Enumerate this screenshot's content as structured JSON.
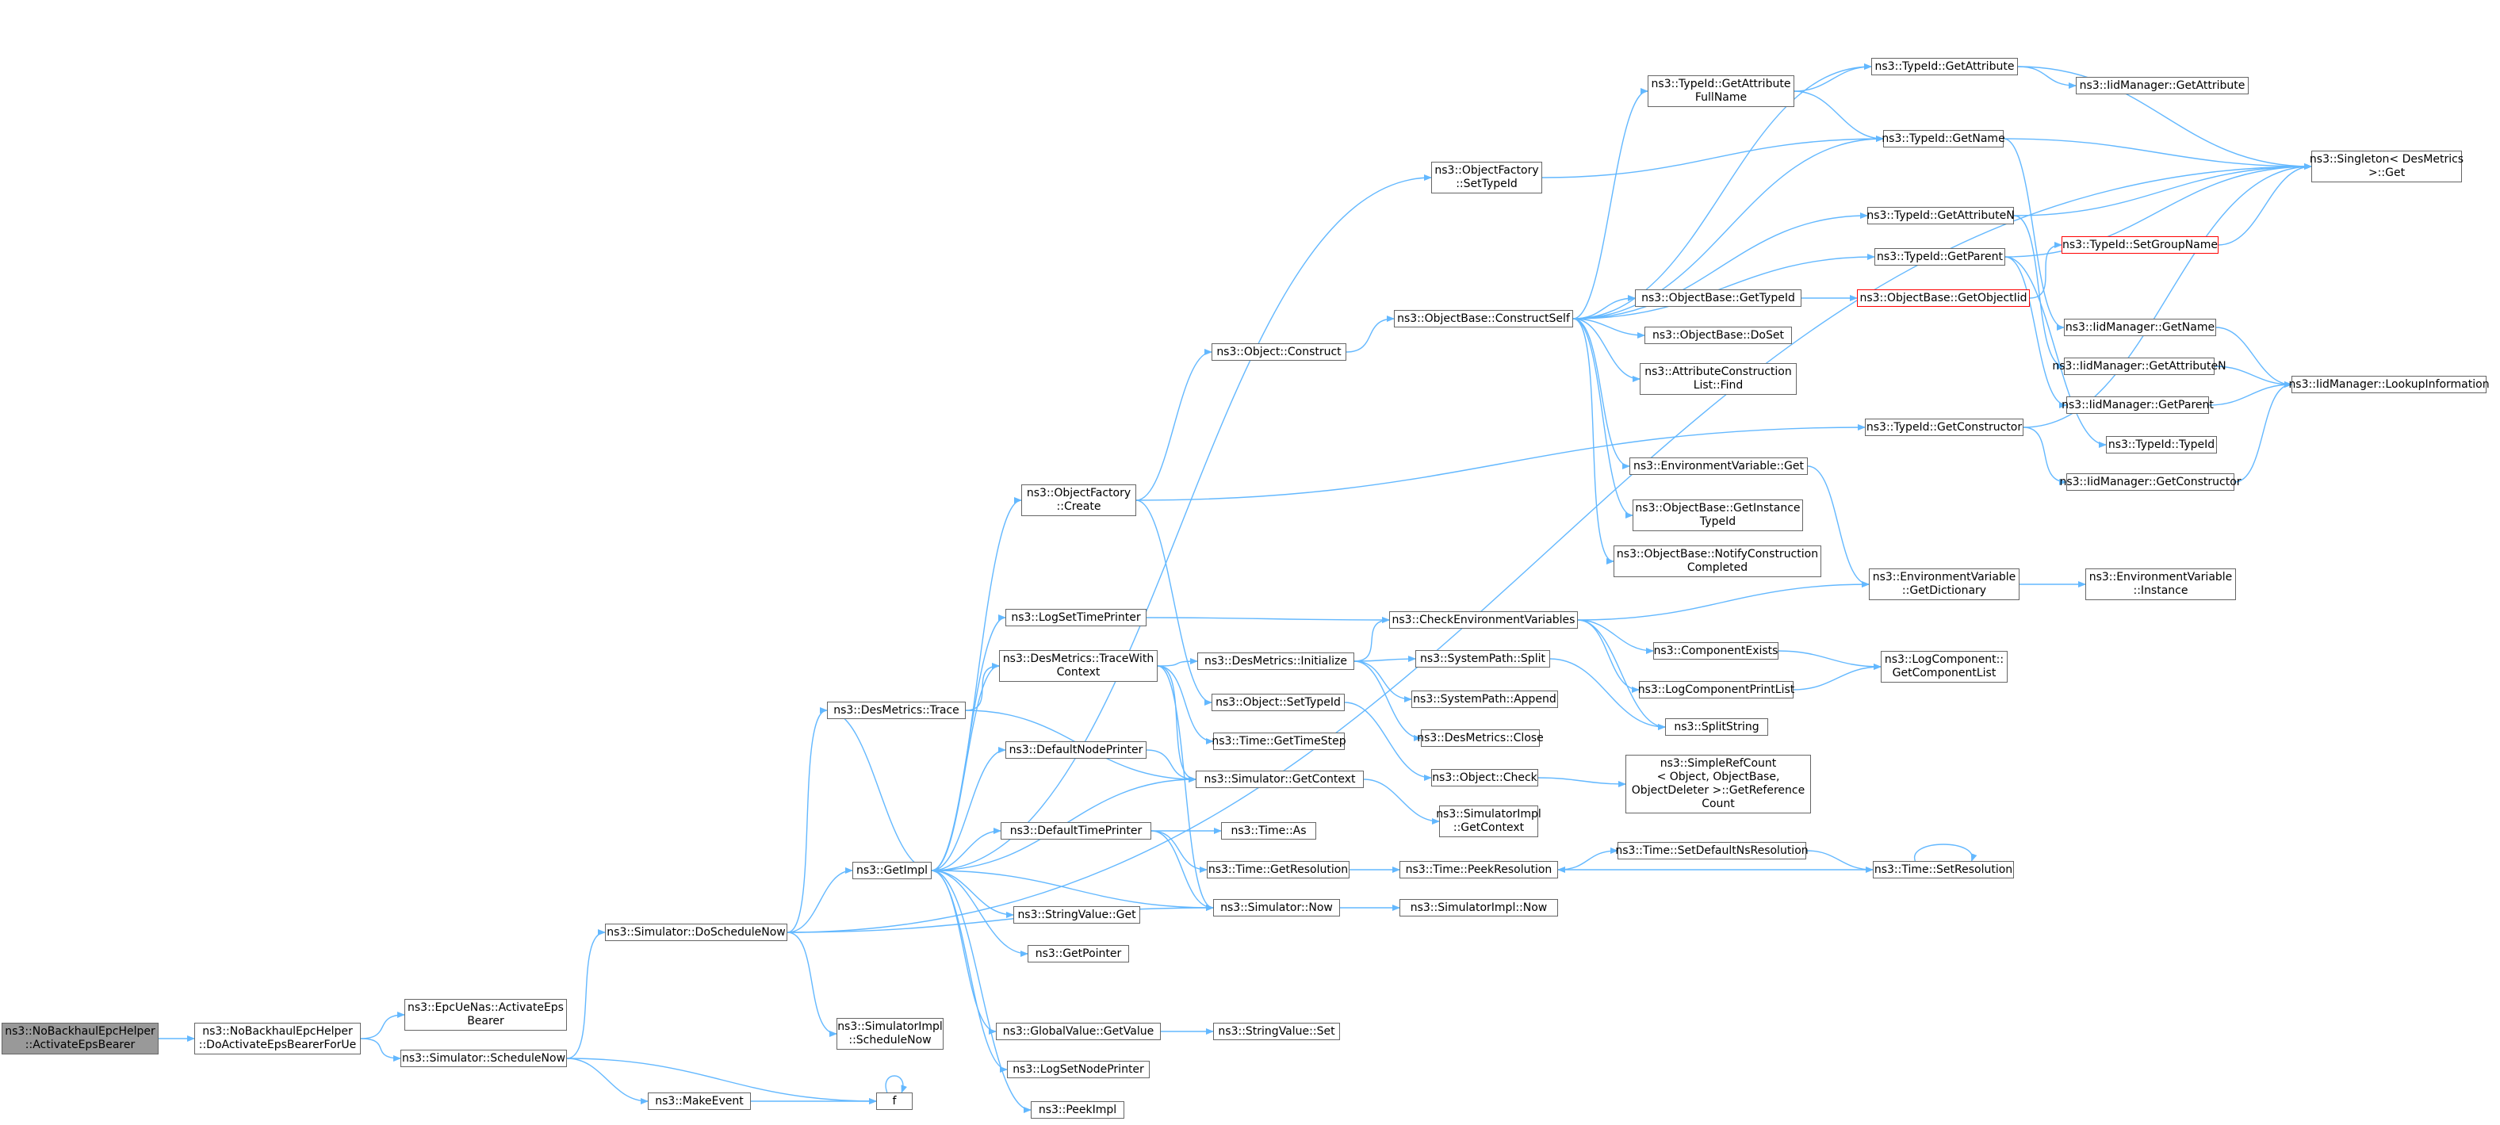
{
  "diagram": {
    "edge_color": "#63b8ff",
    "nodes": [
      {
        "id": "root",
        "lines": [
          "ns3::NoBackhaulEpcHelper",
          "::ActivateEpsBearer"
        ],
        "style": "root"
      },
      {
        "id": "doact",
        "lines": [
          "ns3::NoBackhaulEpcHelper",
          "::DoActivateEpsBearerForUe"
        ]
      },
      {
        "id": "epcue",
        "lines": [
          "ns3::EpcUeNas::ActivateEps",
          "Bearer"
        ]
      },
      {
        "id": "schednow",
        "lines": [
          "ns3::Simulator::ScheduleNow"
        ]
      },
      {
        "id": "makeevent",
        "lines": [
          "ns3::MakeEvent"
        ]
      },
      {
        "id": "f",
        "lines": [
          "f"
        ]
      },
      {
        "id": "doschednow",
        "lines": [
          "ns3::Simulator::DoScheduleNow"
        ]
      },
      {
        "id": "implsched",
        "lines": [
          "ns3::SimulatorImpl",
          "::ScheduleNow"
        ]
      },
      {
        "id": "trace",
        "lines": [
          "ns3::DesMetrics::Trace"
        ]
      },
      {
        "id": "getimpl",
        "lines": [
          "ns3::GetImpl"
        ]
      },
      {
        "id": "ofcreate",
        "lines": [
          "ns3::ObjectFactory",
          "::Create"
        ]
      },
      {
        "id": "logsettp",
        "lines": [
          "ns3::LogSetTimePrinter"
        ]
      },
      {
        "id": "tracewc",
        "lines": [
          "ns3::DesMetrics::TraceWith",
          "Context"
        ]
      },
      {
        "id": "defnodep",
        "lines": [
          "ns3::DefaultNodePrinter"
        ]
      },
      {
        "id": "deftimep",
        "lines": [
          "ns3::DefaultTimePrinter"
        ]
      },
      {
        "id": "svget",
        "lines": [
          "ns3::StringValue::Get"
        ]
      },
      {
        "id": "getptr",
        "lines": [
          "ns3::GetPointer"
        ]
      },
      {
        "id": "gvgetval",
        "lines": [
          "ns3::GlobalValue::GetValue"
        ]
      },
      {
        "id": "logsetnp",
        "lines": [
          "ns3::LogSetNodePrinter"
        ]
      },
      {
        "id": "peekimpl",
        "lines": [
          "ns3::PeekImpl"
        ]
      },
      {
        "id": "ofsettid",
        "lines": [
          "ns3::ObjectFactory",
          "::SetTypeId"
        ]
      },
      {
        "id": "objconstruct",
        "lines": [
          "ns3::Object::Construct"
        ]
      },
      {
        "id": "dminit",
        "lines": [
          "ns3::DesMetrics::Initialize"
        ]
      },
      {
        "id": "objsettid",
        "lines": [
          "ns3::Object::SetTypeId"
        ]
      },
      {
        "id": "gettimestep",
        "lines": [
          "ns3::Time::GetTimeStep"
        ]
      },
      {
        "id": "simgetctx",
        "lines": [
          "ns3::Simulator::GetContext"
        ]
      },
      {
        "id": "timeas",
        "lines": [
          "ns3::Time::As"
        ]
      },
      {
        "id": "timegetres",
        "lines": [
          "ns3::Time::GetResolution"
        ]
      },
      {
        "id": "simnow",
        "lines": [
          "ns3::Simulator::Now"
        ]
      },
      {
        "id": "svset",
        "lines": [
          "ns3::StringValue::Set"
        ]
      },
      {
        "id": "obcs",
        "lines": [
          "ns3::ObjectBase::ConstructSelf"
        ]
      },
      {
        "id": "checkenv",
        "lines": [
          "ns3::CheckEnvironmentVariables"
        ]
      },
      {
        "id": "spsplit",
        "lines": [
          "ns3::SystemPath::Split"
        ]
      },
      {
        "id": "spappend",
        "lines": [
          "ns3::SystemPath::Append"
        ]
      },
      {
        "id": "dmclose",
        "lines": [
          "ns3::DesMetrics::Close"
        ]
      },
      {
        "id": "objcheck",
        "lines": [
          "ns3::Object::Check"
        ]
      },
      {
        "id": "implgetctx",
        "lines": [
          "ns3::SimulatorImpl",
          "::GetContext"
        ]
      },
      {
        "id": "peekres",
        "lines": [
          "ns3::Time::PeekResolution"
        ]
      },
      {
        "id": "implnow",
        "lines": [
          "ns3::SimulatorImpl::Now"
        ]
      },
      {
        "id": "tidgaf",
        "lines": [
          "ns3::TypeId::GetAttribute",
          "FullName"
        ]
      },
      {
        "id": "obgettid",
        "lines": [
          "ns3::ObjectBase::GetTypeId"
        ]
      },
      {
        "id": "obdoset",
        "lines": [
          "ns3::ObjectBase::DoSet"
        ]
      },
      {
        "id": "aclfind",
        "lines": [
          "ns3::AttributeConstruction",
          "List::Find"
        ]
      },
      {
        "id": "envget",
        "lines": [
          "ns3::EnvironmentVariable::Get"
        ]
      },
      {
        "id": "obgetinst",
        "lines": [
          "ns3::ObjectBase::GetInstance",
          "TypeId"
        ]
      },
      {
        "id": "obnotify",
        "lines": [
          "ns3::ObjectBase::NotifyConstruction",
          "Completed"
        ]
      },
      {
        "id": "compexists",
        "lines": [
          "ns3::ComponentExists"
        ]
      },
      {
        "id": "lcprintlist",
        "lines": [
          "ns3::LogComponentPrintList"
        ]
      },
      {
        "id": "splitstr",
        "lines": [
          "ns3::SplitString"
        ]
      },
      {
        "id": "srcget",
        "lines": [
          "ns3::SimpleRefCount",
          "< Object, ObjectBase,",
          "ObjectDeleter >::GetReference",
          "Count"
        ]
      },
      {
        "id": "setdefns",
        "lines": [
          "ns3::Time::SetDefaultNsResolution"
        ]
      },
      {
        "id": "tidgetattr",
        "lines": [
          "ns3::TypeId::GetAttribute"
        ]
      },
      {
        "id": "tidgetname",
        "lines": [
          "ns3::TypeId::GetName"
        ]
      },
      {
        "id": "tidgetattrn",
        "lines": [
          "ns3::TypeId::GetAttributeN"
        ]
      },
      {
        "id": "tidgetparent",
        "lines": [
          "ns3::TypeId::GetParent"
        ]
      },
      {
        "id": "obgetoiid",
        "lines": [
          "ns3::ObjectBase::GetObjectIid"
        ],
        "style": "red"
      },
      {
        "id": "tidgetctor",
        "lines": [
          "ns3::TypeId::GetConstructor"
        ]
      },
      {
        "id": "envgetdict",
        "lines": [
          "ns3::EnvironmentVariable",
          "::GetDictionary"
        ]
      },
      {
        "id": "lcgetlist",
        "lines": [
          "ns3::LogComponent::",
          "GetComponentList"
        ]
      },
      {
        "id": "timesetres",
        "lines": [
          "ns3::Time::SetResolution"
        ]
      },
      {
        "id": "iidgetattr",
        "lines": [
          "ns3::IidManager::GetAttribute"
        ]
      },
      {
        "id": "tidsetgroup",
        "lines": [
          "ns3::TypeId::SetGroupName"
        ],
        "style": "red"
      },
      {
        "id": "iidgetname",
        "lines": [
          "ns3::IidManager::GetName"
        ]
      },
      {
        "id": "iidgetattrn",
        "lines": [
          "ns3::IidManager::GetAttributeN"
        ]
      },
      {
        "id": "iidgetparent",
        "lines": [
          "ns3::IidManager::GetParent"
        ]
      },
      {
        "id": "tidtypeid",
        "lines": [
          "ns3::TypeId::TypeId"
        ]
      },
      {
        "id": "iidgetctor",
        "lines": [
          "ns3::IidManager::GetConstructor"
        ]
      },
      {
        "id": "envinst",
        "lines": [
          "ns3::EnvironmentVariable",
          "::Instance"
        ]
      },
      {
        "id": "singleton",
        "lines": [
          "ns3::Singleton< DesMetrics",
          ">::Get"
        ]
      },
      {
        "id": "iidlookup",
        "lines": [
          "ns3::IidManager::LookupInformation"
        ]
      }
    ],
    "edges": [
      [
        "root",
        "doact"
      ],
      [
        "doact",
        "epcue"
      ],
      [
        "doact",
        "schednow"
      ],
      [
        "schednow",
        "makeevent"
      ],
      [
        "schednow",
        "f"
      ],
      [
        "schednow",
        "doschednow"
      ],
      [
        "makeevent",
        "f"
      ],
      [
        "f",
        "f"
      ],
      [
        "doschednow",
        "getimpl"
      ],
      [
        "doschednow",
        "implsched"
      ],
      [
        "doschednow",
        "trace"
      ],
      [
        "doschednow",
        "simnow"
      ],
      [
        "doschednow",
        "singleton"
      ],
      [
        "trace",
        "tracewc"
      ],
      [
        "trace",
        "simgetctx"
      ],
      [
        "getimpl",
        "ofcreate"
      ],
      [
        "getimpl",
        "logsettp"
      ],
      [
        "getimpl",
        "tracewc"
      ],
      [
        "getimpl",
        "defnodep"
      ],
      [
        "getimpl",
        "deftimep"
      ],
      [
        "getimpl",
        "svget"
      ],
      [
        "getimpl",
        "getptr"
      ],
      [
        "getimpl",
        "gvgetval"
      ],
      [
        "getimpl",
        "logsetnp"
      ],
      [
        "getimpl",
        "peekimpl"
      ],
      [
        "getimpl",
        "simgetctx"
      ],
      [
        "getimpl",
        "ofsettid"
      ],
      [
        "getimpl",
        "trace"
      ],
      [
        "ofcreate",
        "objconstruct"
      ],
      [
        "ofcreate",
        "objsettid"
      ],
      [
        "ofcreate",
        "tidgetctor"
      ],
      [
        "logsettp",
        "checkenv"
      ],
      [
        "tracewc",
        "dminit"
      ],
      [
        "tracewc",
        "gettimestep"
      ],
      [
        "tracewc",
        "simgetctx"
      ],
      [
        "tracewc",
        "simnow"
      ],
      [
        "defnodep",
        "simgetctx"
      ],
      [
        "deftimep",
        "timeas"
      ],
      [
        "deftimep",
        "timegetres"
      ],
      [
        "deftimep",
        "simnow"
      ],
      [
        "gvgetval",
        "svset"
      ],
      [
        "ofsettid",
        "tidgetname"
      ],
      [
        "objconstruct",
        "obcs"
      ],
      [
        "dminit",
        "spsplit"
      ],
      [
        "dminit",
        "spappend"
      ],
      [
        "dminit",
        "dmclose"
      ],
      [
        "dminit",
        "checkenv"
      ],
      [
        "objsettid",
        "objcheck"
      ],
      [
        "simgetctx",
        "implgetctx"
      ],
      [
        "timegetres",
        "peekres"
      ],
      [
        "simnow",
        "implnow"
      ],
      [
        "simnow",
        "getimpl"
      ],
      [
        "obcs",
        "tidgaf"
      ],
      [
        "obcs",
        "tidgetattr"
      ],
      [
        "obcs",
        "tidgetname"
      ],
      [
        "obcs",
        "tidgetattrn"
      ],
      [
        "obcs",
        "tidgetparent"
      ],
      [
        "obcs",
        "obgettid"
      ],
      [
        "obcs",
        "obdoset"
      ],
      [
        "obcs",
        "aclfind"
      ],
      [
        "obcs",
        "envget"
      ],
      [
        "obcs",
        "obgetinst"
      ],
      [
        "obcs",
        "obnotify"
      ],
      [
        "checkenv",
        "envgetdict"
      ],
      [
        "checkenv",
        "compexists"
      ],
      [
        "checkenv",
        "lcprintlist"
      ],
      [
        "checkenv",
        "splitstr"
      ],
      [
        "spsplit",
        "splitstr"
      ],
      [
        "objcheck",
        "srcget"
      ],
      [
        "peekres",
        "setdefns"
      ],
      [
        "tidgaf",
        "tidgetattr"
      ],
      [
        "tidgaf",
        "tidgetname"
      ],
      [
        "obgettid",
        "obgetoiid"
      ],
      [
        "obgetoiid",
        "tidsetgroup"
      ],
      [
        "envget",
        "envgetdict"
      ],
      [
        "compexists",
        "lcgetlist"
      ],
      [
        "lcprintlist",
        "lcgetlist"
      ],
      [
        "setdefns",
        "timesetres"
      ],
      [
        "timesetres",
        "timesetres"
      ],
      [
        "timesetres",
        "peekres"
      ],
      [
        "tidgetattr",
        "iidgetattr"
      ],
      [
        "tidgetattr",
        "singleton"
      ],
      [
        "tidgetname",
        "singleton"
      ],
      [
        "tidgetname",
        "iidgetname"
      ],
      [
        "tidgetattrn",
        "singleton"
      ],
      [
        "tidgetattrn",
        "iidgetattrn"
      ],
      [
        "tidgetparent",
        "singleton"
      ],
      [
        "tidgetparent",
        "iidgetparent"
      ],
      [
        "tidgetparent",
        "tidtypeid"
      ],
      [
        "tidgetctor",
        "iidgetctor"
      ],
      [
        "tidgetctor",
        "singleton"
      ],
      [
        "envgetdict",
        "envinst"
      ],
      [
        "tidsetgroup",
        "singleton"
      ],
      [
        "iidgetname",
        "iidlookup"
      ],
      [
        "iidgetattrn",
        "iidlookup"
      ],
      [
        "iidgetparent",
        "iidlookup"
      ],
      [
        "iidgetctor",
        "iidlookup"
      ]
    ]
  }
}
